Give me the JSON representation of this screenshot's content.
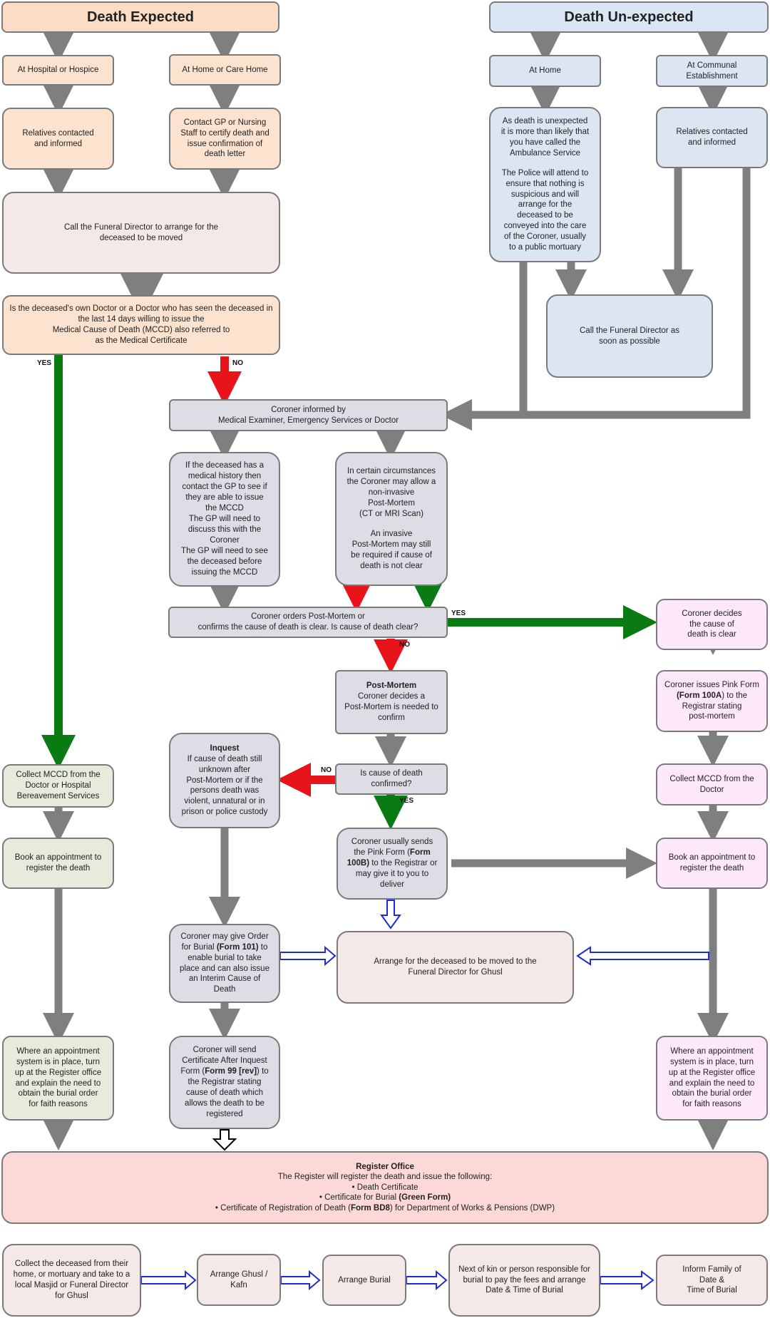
{
  "titles": {
    "expected": "Death Expected",
    "unexpected": "Death Un-expected"
  },
  "expected": {
    "hospital": "At Hospital or Hospice",
    "home": "At Home or Care Home",
    "relatives": [
      "Relatives contacted",
      "and informed"
    ],
    "contact_gp": [
      "Contact GP or Nursing",
      "Staff to certify death and",
      "issue confirmation of",
      "death letter"
    ],
    "call_fd": [
      "Call the Funeral Director to arrange for the",
      "deceased to be moved"
    ],
    "question": [
      "Is the deceased's own Doctor or a Doctor who has seen the deceased in",
      "the last 14 days willing to issue the",
      "Medical Cause of Death (MCCD) also referred to",
      "as the Medical Certificate"
    ],
    "collect_mccd": [
      "Collect MCCD from the",
      "Doctor or Hospital",
      "Bereavement Services"
    ],
    "book": [
      "Book an appointment to",
      "register the death"
    ],
    "walkin": [
      "Where an appointment",
      "system is in place, turn",
      "up at the Register office",
      "and explain the need to",
      "obtain the burial order",
      "for faith reasons"
    ]
  },
  "unexpected": {
    "home": "At Home",
    "communal": [
      "At Communal",
      "Establishment"
    ],
    "relatives": [
      "Relatives contacted",
      "and informed"
    ],
    "ambulance": [
      "As death is unexpected",
      "it is more than likely that",
      "you have called the",
      "Ambulance Service",
      "",
      "The Police will attend to",
      "ensure that nothing is",
      "suspicious and will",
      "arrange for the",
      "deceased to be",
      "conveyed into the care",
      "of the Coroner, usually",
      "to  a public mortuary"
    ],
    "call_fd": [
      "Call the Funeral Director as",
      "soon as possible"
    ]
  },
  "coroner": {
    "informed": [
      "Coroner informed by",
      "Medical Examiner, Emergency Services or Doctor"
    ],
    "history": [
      "If the deceased has a",
      "medical history then",
      "contact the GP to see if",
      "they are able to issue",
      "the MCCD",
      "The GP will need to",
      "discuss this with the",
      "Coroner",
      "The GP will need to see",
      "the deceased before",
      "issuing the MCCD"
    ],
    "noninvasive": [
      "In certain circumstances",
      "the Coroner may allow a",
      "non-invasive",
      "Post-Mortem",
      "(CT or MRI Scan)",
      "",
      "An invasive",
      "Post-Mortem may still",
      "be required if cause of",
      "death is not clear"
    ],
    "orders": [
      "Coroner orders Post-Mortem or",
      "confirms the cause of death is clear. Is cause of death clear?"
    ],
    "postmortem_title": "Post-Mortem",
    "postmortem": [
      "Coroner decides a",
      "Post-Mortem is needed to",
      "confirm"
    ],
    "confirmed": [
      "Is cause of death",
      "confirmed?"
    ],
    "inquest_title": "Inquest",
    "inquest": [
      "If cause of death still",
      "unknown after",
      "Post-Mortem or if the",
      "persons death was",
      "violent, unnatural or in",
      "prison or police custody"
    ],
    "sends_pink": {
      "l1": "Coroner usually sends",
      "l2a": "the Pink Form (",
      "l2b": "Form",
      "l3a": "100B)",
      "l3b": " to the Registrar or",
      "l4": "may give it to you to",
      "l5": "deliver"
    },
    "order_burial": {
      "l1": "Coroner may give Order",
      "l2a": "for Burial ",
      "l2b": "(Form 101)",
      "l2c": " to",
      "l3": "enable burial to take",
      "l4": "place and can also issue",
      "l5": "an Interim Cause of",
      "l6": "Death"
    },
    "certificate": {
      "l1": "Coroner will send",
      "l2": "Certificate After Inquest",
      "l3a": "Form (",
      "l3b": "Form 99 [rev]",
      "l3c": ") to",
      "l4": "the Registrar stating",
      "l5": "cause of death which",
      "l6": "allows the death to be",
      "l7": "registered"
    },
    "arrange_ghusl": [
      "Arrange  for the deceased to be moved to the",
      "Funeral Director for Ghusl"
    ]
  },
  "right": {
    "decides": [
      "Coroner decides",
      "the cause of",
      "death is clear"
    ],
    "issues": {
      "l1": "Coroner issues Pink Form",
      "l2a": "(",
      "l2b": "Form 100A",
      "l2c": ") to the",
      "l3": "Registrar stating",
      "l4": "post-mortem"
    },
    "collect": [
      "Collect MCCD from the",
      "Doctor"
    ],
    "book": [
      "Book an appointment to",
      "register the death"
    ],
    "walkin": [
      "Where an appointment",
      "system is in place, turn",
      "up at the Register office",
      "and explain the need to",
      "obtain the burial order",
      "for faith reasons"
    ]
  },
  "register": {
    "title": "Register Office",
    "intro": "The  Register will register the death and issue the following:",
    "item1": "Death Certificate",
    "item2a": "Certificate for Burial ",
    "item2b": "(Green Form)",
    "item3a": "Certificate of Registration of Death (",
    "item3b": "Form BD8",
    "item3c": ") for Department of Works & Pensions (DWP)"
  },
  "bottom": {
    "collect": [
      "Collect the deceased from their",
      "home, or mortuary and take to a",
      "local Masjid or Funeral Director",
      "for Ghusl"
    ],
    "ghusl": [
      "Arrange  Ghusl /",
      "Kafn"
    ],
    "burial": "Arrange Burial",
    "fees": [
      "Next of kin or person responsible for",
      "burial to pay the fees and arrange",
      "Date & Time of Burial"
    ],
    "inform": [
      "Inform Family of",
      "Date &",
      "Time of Burial"
    ]
  },
  "labels": {
    "yes": "YES",
    "no": "NO"
  },
  "colors": {
    "grey_arrow": "#7f7f7f",
    "green_arrow": "#0a7a12",
    "red_arrow": "#e8141b",
    "blue_arrow": "#1f2bd6",
    "expected_header": "#fbdcc4",
    "unexpected_header": "#dbe6f4",
    "register_fill": "#fcd9d6"
  }
}
